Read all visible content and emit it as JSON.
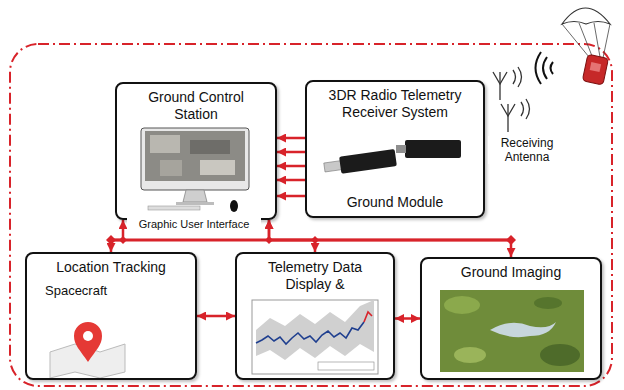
{
  "diagram": {
    "nodes": [
      {
        "text": [
          "Ground Control Station"
        ]
      },
      {
        "text": [
          "3DR Radio Telemetry Receiver System",
          "Ground Module"
        ]
      },
      {
        "text": [
          "Location Tracking",
          "Spacecraft"
        ]
      },
      {
        "text": [
          "Telemetry Data Display &"
        ]
      },
      {
        "text": [
          "Ground Imaging"
        ]
      }
    ],
    "edges": [
      {
        "from": 1,
        "to": 0,
        "arrow": "to"
      },
      {
        "from": 1,
        "to": 0,
        "arrow": "to"
      },
      {
        "from": 1,
        "to": 0,
        "arrow": "to"
      },
      {
        "from": 1,
        "to": 0,
        "arrow": "to"
      },
      {
        "from": 1,
        "to": 0,
        "arrow": "to"
      },
      {
        "from": 0,
        "to": 2,
        "arrow": "both"
      },
      {
        "from": 0,
        "to": 3,
        "arrow": "both"
      },
      {
        "from": 0,
        "to": 4,
        "arrow": "both"
      },
      {
        "from": 2,
        "to": 3,
        "arrow": "both"
      },
      {
        "from": 3,
        "to": 4,
        "arrow": "both"
      }
    ],
    "labels": [
      "Graphic User Interface",
      "Receiving Antenna"
    ]
  }
}
